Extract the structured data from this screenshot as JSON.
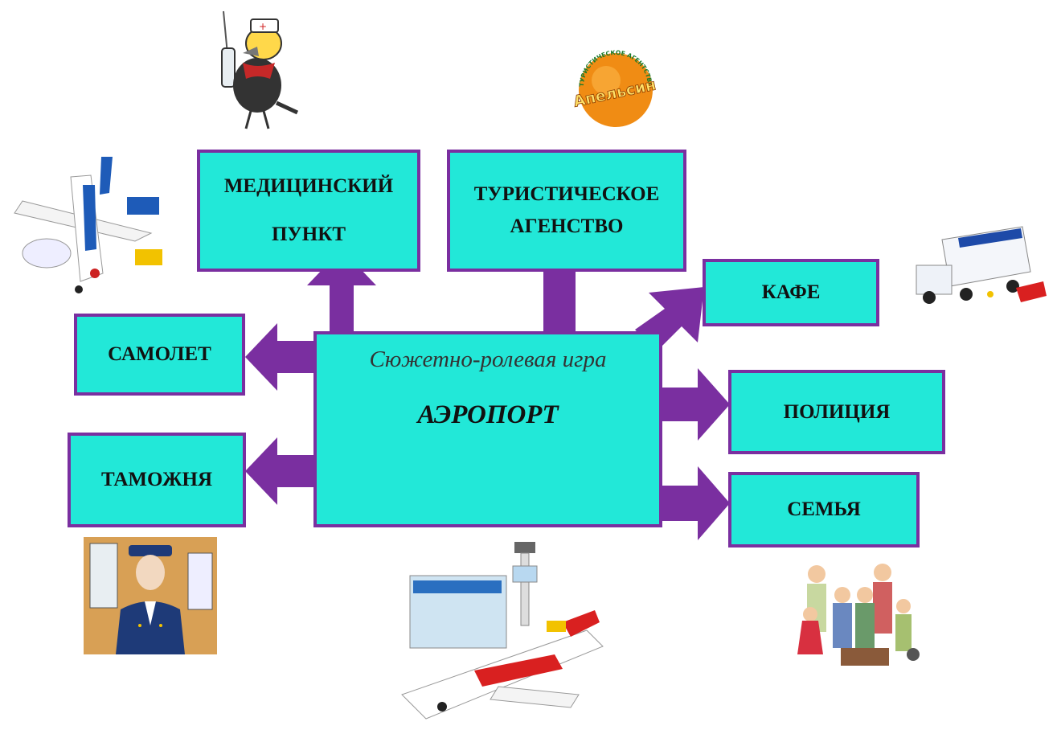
{
  "center": {
    "subtitle": "Сюжетно-ролевая игра",
    "title": "АЭРОПОРТ"
  },
  "boxes": {
    "medical": "МЕДИЦИНСКИЙ ПУНКТ",
    "tourist": "ТУРИСТИЧЕСКОЕ АГЕНСТВО",
    "cafe": "КАФЕ",
    "plane": "САМОЛЕТ",
    "police": "ПОЛИЦИЯ",
    "customs": "ТАМОЖНЯ",
    "family": "СЕМЬЯ"
  },
  "logo": {
    "arc_text": "ТУРИСТИЧЕСКОЕ АГЕНТСТВО",
    "brand": "Апельсин"
  },
  "colors": {
    "box_fill": "#22e8d8",
    "box_border": "#7a2fa0",
    "arrow": "#7a2fa0"
  }
}
